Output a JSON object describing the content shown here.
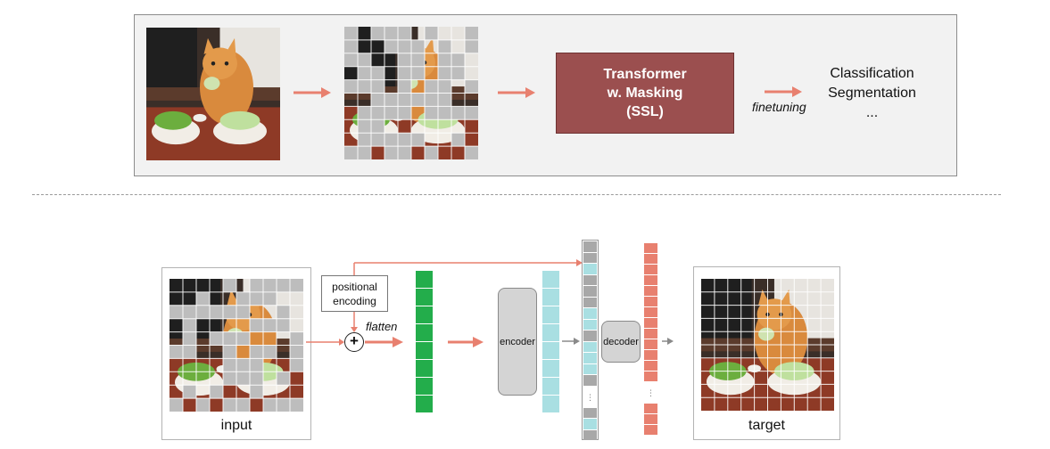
{
  "top": {
    "transformer_label_line1": "Transformer",
    "transformer_label_line2": "w. Masking",
    "transformer_label_line3": "(SSL)",
    "finetuning_label": "finetuning",
    "tasks": [
      "Classification",
      "Segmentation",
      "..."
    ]
  },
  "bottom": {
    "positional_encoding_line1": "positional",
    "positional_encoding_line2": "encoding",
    "flatten_label": "flatten",
    "encoder_label": "encoder",
    "decoder_label": "decoder",
    "input_caption": "input",
    "target_caption": "target",
    "ellipsis": "⋮"
  },
  "colors": {
    "arrow_salmon": "#e8806f",
    "transformer_box": "#9b4f4f",
    "token_green": "#23ad4b",
    "token_cyan": "#a9dfe2",
    "token_gray": "#a8a8a8",
    "token_salmon": "#e8806f",
    "mask_gray": "#bdbdbd"
  },
  "icons": [
    "plus-icon",
    "arrow-icon"
  ]
}
